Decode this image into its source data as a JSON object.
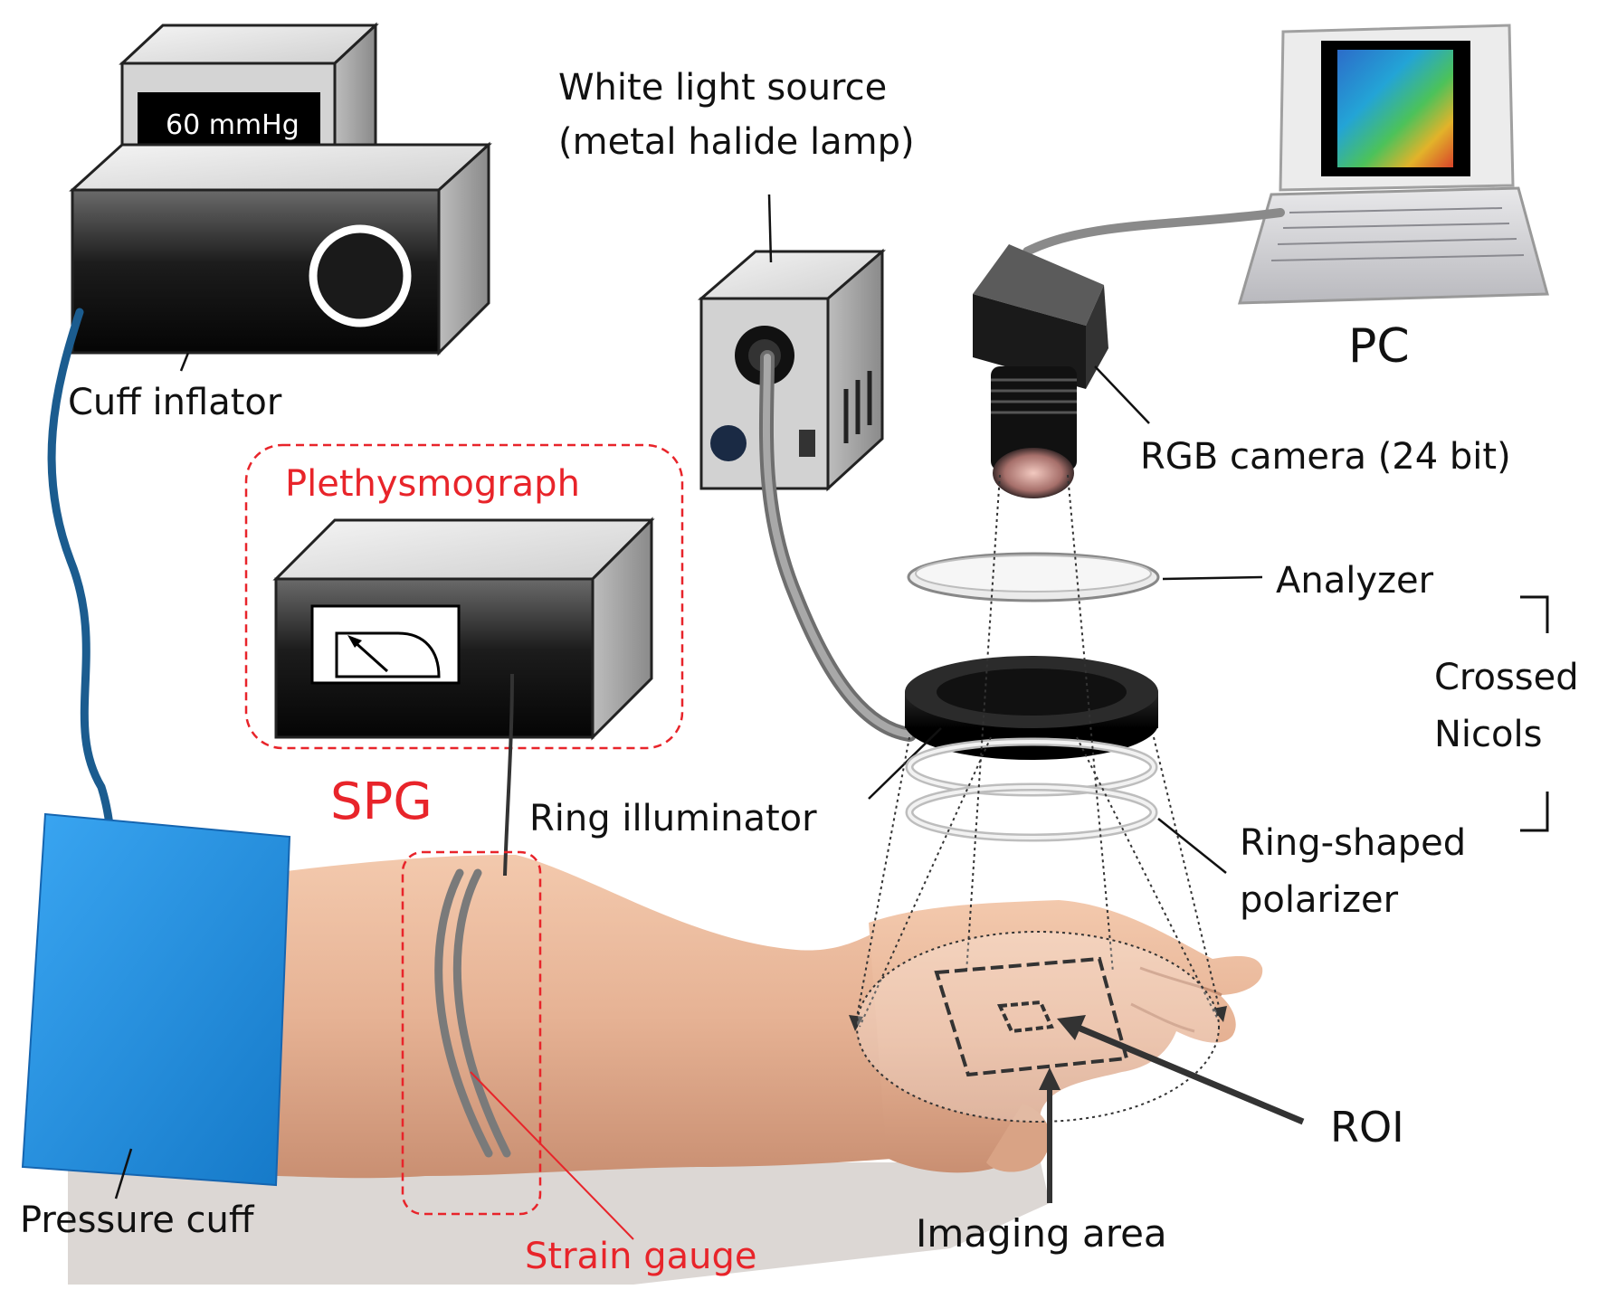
{
  "labels": {
    "cuff_display": "60 mmHg",
    "cuff_inflator": "Cuff inflator",
    "light_source_line1": "White light source",
    "light_source_line2": "(metal halide lamp)",
    "pc": "PC",
    "rgb_camera": "RGB camera (24 bit)",
    "plethysmograph": "Plethysmograph",
    "spg": "SPG",
    "ring_illuminator": "Ring illuminator",
    "analyzer": "Analyzer",
    "crossed_nicols_line1": "Crossed",
    "crossed_nicols_line2": "Nicols",
    "ring_polarizer_line1": "Ring-shaped",
    "ring_polarizer_line2": "polarizer",
    "roi": "ROI",
    "imaging_area": "Imaging area",
    "pressure_cuff": "Pressure cuff",
    "strain_gauge": "Strain gauge"
  },
  "colors": {
    "accent_red": "#e8242a",
    "cuff_blue": "#1f8fe0",
    "tube_blue": "#1b5c8f",
    "device_black": "#1e1e1e",
    "skin": "#e9b79a"
  }
}
